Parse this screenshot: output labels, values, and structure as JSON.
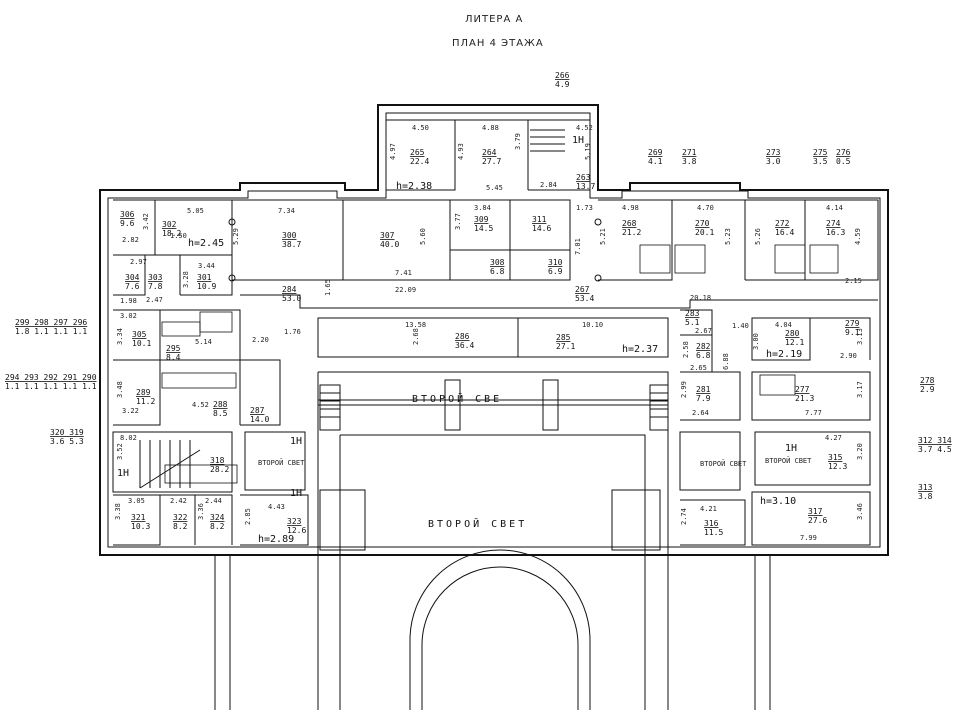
{
  "header": {
    "litera": "ЛИТЕРА А",
    "plan": "ПЛАН 4 ЭТАЖА"
  },
  "rooms": [
    {
      "num": "266",
      "area": "4.9"
    },
    {
      "num": "265",
      "area": "22.4"
    },
    {
      "num": "264",
      "area": "27.7"
    },
    {
      "num": "263",
      "area": "13.7"
    },
    {
      "num": "269",
      "area": "4.1"
    },
    {
      "num": "271",
      "area": "3.8"
    },
    {
      "num": "273",
      "area": "3.0"
    },
    {
      "num": "275",
      "area": "3.5"
    },
    {
      "num": "276",
      "area": "0.5"
    },
    {
      "num": "306",
      "area": "9.6"
    },
    {
      "num": "302",
      "area": "18.2"
    },
    {
      "num": "300",
      "area": "38.7"
    },
    {
      "num": "307",
      "area": "40.0"
    },
    {
      "num": "309",
      "area": "14.5"
    },
    {
      "num": "311",
      "area": "14.6"
    },
    {
      "num": "308",
      "area": "6.8"
    },
    {
      "num": "310",
      "area": "6.9"
    },
    {
      "num": "268",
      "area": "21.2"
    },
    {
      "num": "270",
      "area": "20.1"
    },
    {
      "num": "272",
      "area": "16.4"
    },
    {
      "num": "274",
      "area": "16.3"
    },
    {
      "num": "304",
      "area": "7.6"
    },
    {
      "num": "303",
      "area": "7.8"
    },
    {
      "num": "301",
      "area": "10.9"
    },
    {
      "num": "284",
      "area": "53.0"
    },
    {
      "num": "267",
      "area": "53.4"
    },
    {
      "num": "305",
      "area": "10.1"
    },
    {
      "num": "295",
      "area": "8.4"
    },
    {
      "num": "286",
      "area": "36.4"
    },
    {
      "num": "285",
      "area": "27.1"
    },
    {
      "num": "283",
      "area": "5.1"
    },
    {
      "num": "282",
      "area": "6.8"
    },
    {
      "num": "280",
      "area": "12.1"
    },
    {
      "num": "279",
      "area": "9.1"
    },
    {
      "num": "289",
      "area": "11.2"
    },
    {
      "num": "288",
      "area": "8.5"
    },
    {
      "num": "287",
      "area": "14.0"
    },
    {
      "num": "281",
      "area": "7.9"
    },
    {
      "num": "277",
      "area": "21.3"
    },
    {
      "num": "318",
      "area": "28.2"
    },
    {
      "num": "315",
      "area": "12.3"
    },
    {
      "num": "321",
      "area": "10.3"
    },
    {
      "num": "322",
      "area": "8.2"
    },
    {
      "num": "324",
      "area": "8.2"
    },
    {
      "num": "323",
      "area": "12.6"
    },
    {
      "num": "316",
      "area": "11.5"
    },
    {
      "num": "317",
      "area": "27.6"
    }
  ],
  "side_groups": [
    {
      "nums": "299 298 297 296",
      "areas": "1.8 1.1 1.1 1.1"
    },
    {
      "nums": "294 293 292 291 290",
      "areas": "1.1 1.1 1.1 1.1 1.1"
    },
    {
      "nums": "320 319",
      "areas": "3.6 5.3"
    },
    {
      "nums": "278",
      "areas": "2.9"
    },
    {
      "nums": "312 314",
      "areas": "3.7 4.5"
    },
    {
      "nums": "313",
      "areas": "3.8"
    }
  ],
  "labels": {
    "vtoroy_svet_partial": "ВТОРОЙ СВЕ",
    "vtoroy_svet_big": "ВТОРОЙ СВЕТ",
    "vtoroy_svet_small": "ВТОРОЙ СВЕТ",
    "h_238": "h=2.38",
    "h_245": "h=2.45",
    "h_237": "h=2.37",
    "h_219": "h=2.19",
    "h_310": "h=3.10",
    "h_289": "h=2.89",
    "one_n": "1Н"
  },
  "dims": {
    "d450": "4.50",
    "d488": "4.88",
    "d452": "4.52",
    "d497": "4.97",
    "d493": "4.93",
    "d379": "3.79",
    "d519": "5.19",
    "d545": "5.45",
    "d284": "2.84",
    "d505": "5.05",
    "d734": "7.34",
    "d342": "3.42",
    "d282": "2.82",
    "d529": "5.29",
    "d560": "5.60",
    "d384": "3.84",
    "d377": "3.77",
    "d498": "4.98",
    "d470": "4.70",
    "d414": "4.14",
    "d521": "5.21",
    "d701": "7.01",
    "d523": "5.23",
    "d526": "5.26",
    "d459": "4.59",
    "d741": "7.41",
    "d2209": "22.09",
    "d2018": "20.18",
    "d1358": "13.58",
    "d1010": "10.10",
    "d268": "2.68",
    "d514": "5.14",
    "d404": "4.04",
    "d300": "3.00",
    "d313": "3.13",
    "d290": "2.90",
    "d317": "3.17",
    "d777": "7.77",
    "d348": "3.48",
    "d322": "3.22",
    "d452b": "4.52",
    "d264": "2.64",
    "d299": "2.99",
    "d427": "4.27",
    "d320": "3.20",
    "d305": "3.05",
    "d242": "2.42",
    "d244": "2.44",
    "d338": "3.38",
    "d336": "3.36",
    "d443": "4.43",
    "d421": "4.21",
    "d274": "2.74",
    "d799": "7.99",
    "d346": "3.46",
    "d220": "2.20",
    "d176": "1.76",
    "d165": "1.65",
    "d215": "2.15",
    "d150": "1.50",
    "d173": "1.73",
    "d267": "2.67",
    "d140": "1.40",
    "d258": "2.58",
    "d265": "2.65",
    "d688": "6.88",
    "d344": "3.44",
    "d328": "3.28",
    "d297": "2.97",
    "d247": "2.47",
    "d302": "3.02",
    "d198": "1.98",
    "d334": "3.34",
    "d352": "3.52",
    "d802": "8.02",
    "d285": "2.85"
  }
}
